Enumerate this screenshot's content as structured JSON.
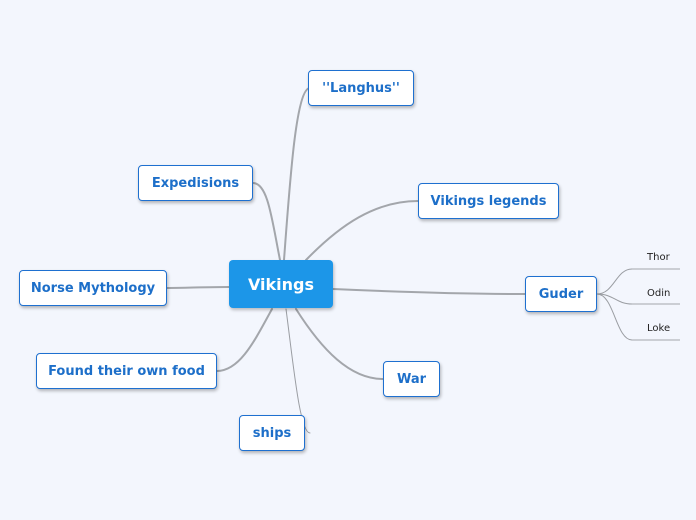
{
  "root": {
    "label": "Vikings"
  },
  "topics": {
    "langhus": "''Langhus''",
    "expedisions": "Expedisions",
    "vikings_legends": "Vikings legends",
    "norse_mythology": "Norse Mythology",
    "guder": "Guder",
    "found_food": "Found their own food",
    "war": "War",
    "ships": "ships"
  },
  "guder_children": [
    "Thor",
    "Odin",
    "Loke"
  ],
  "colors": {
    "background": "#f3f6fd",
    "root_fill": "#1c96e8",
    "node_border": "#1e70d0",
    "node_text": "#1d6fc9",
    "connector": "#a3a6ab"
  }
}
